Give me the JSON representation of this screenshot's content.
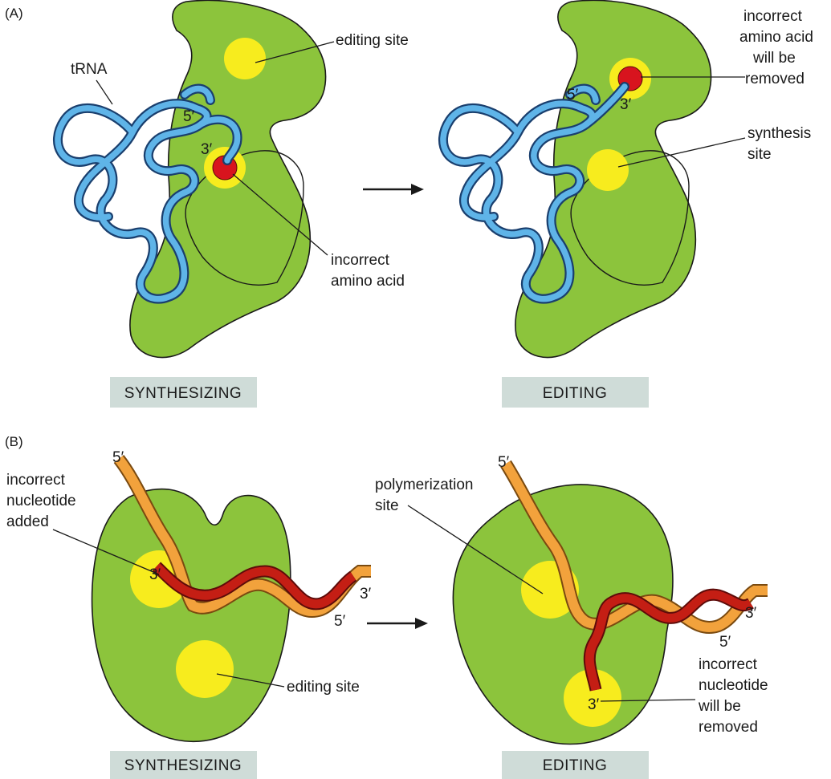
{
  "panel_a": {
    "panel_label": "(A)",
    "left": {
      "trna_label": "tRNA",
      "end_5": "5′",
      "end_3": "3′",
      "editing_site_label": "editing site",
      "incorrect_label_line1": "incorrect",
      "incorrect_label_line2": "amino acid",
      "state_label": "SYNTHESIZING"
    },
    "right": {
      "end_5": "5′",
      "end_3": "3′",
      "removed_line1": "incorrect",
      "removed_line2": "amino acid",
      "removed_line3": "will be",
      "removed_line4": "removed",
      "synthesis_line1": "synthesis",
      "synthesis_line2": "site",
      "state_label": "EDITING"
    }
  },
  "panel_b": {
    "panel_label": "(B)",
    "left": {
      "strand_5_top": "5′",
      "strand_3_added": "3′",
      "strand_5_right": "5′",
      "strand_3_right": "3′",
      "added_line1": "incorrect",
      "added_line2": "nucleotide",
      "added_line3": "added",
      "editing_site_label": "editing site",
      "state_label": "SYNTHESIZING"
    },
    "right": {
      "strand_5_top": "5′",
      "strand_3_bottom": "3′",
      "strand_5_right": "5′",
      "strand_3_right": "3′",
      "poly_line1": "polymerization",
      "poly_line2": "site",
      "removed_line1": "incorrect",
      "removed_line2": "nucleotide",
      "removed_line3": "will be",
      "removed_line4": "removed",
      "state_label": "EDITING"
    }
  },
  "colors": {
    "enzyme_green": "#8cc43c",
    "site_yellow": "#f7ec1e",
    "amino_acid_red": "#d8141e",
    "trna_blue": "#5fb4e8",
    "template_orange": "#f2a23c",
    "new_strand_red": "#c41e14",
    "label_box": "#cfdcd8"
  }
}
